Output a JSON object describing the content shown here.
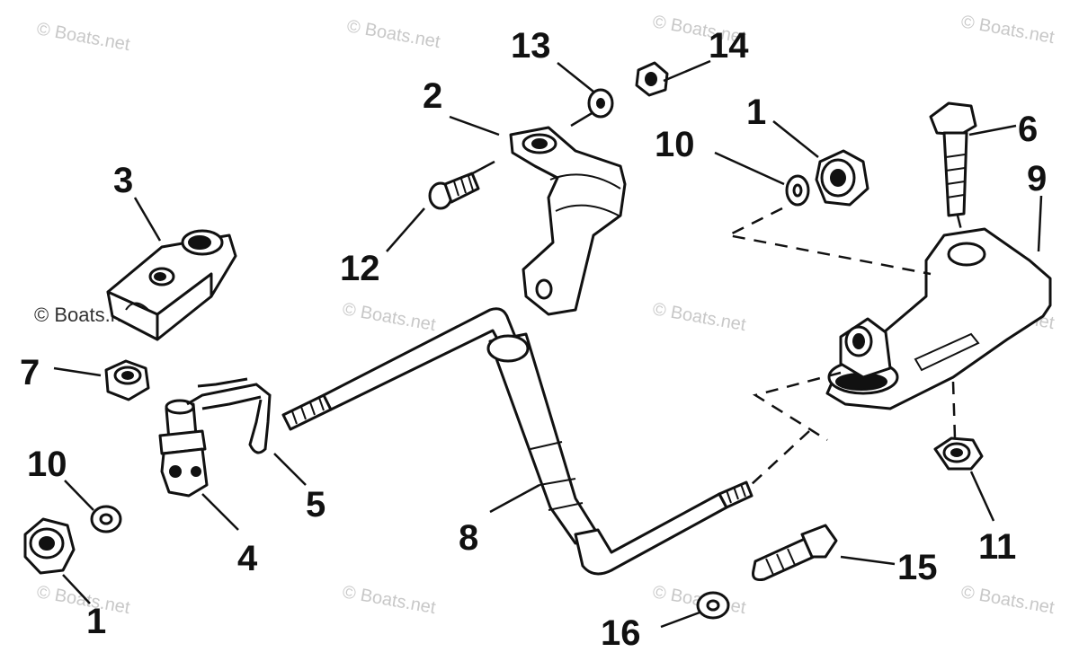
{
  "diagram": {
    "callouts": {
      "c1_top": "1",
      "c1_bottom": "1",
      "c2": "2",
      "c3": "3",
      "c4": "4",
      "c5": "5",
      "c6": "6",
      "c7": "7",
      "c8": "8",
      "c9": "9",
      "c10_top": "10",
      "c10_left": "10",
      "c11": "11",
      "c12": "12",
      "c13": "13",
      "c14": "14",
      "c15": "15",
      "c16": "16"
    },
    "watermark": "© Boats.net",
    "colors": {
      "ink": "#111111",
      "watermark": "#c8c8c8",
      "background": "#ffffff"
    }
  }
}
